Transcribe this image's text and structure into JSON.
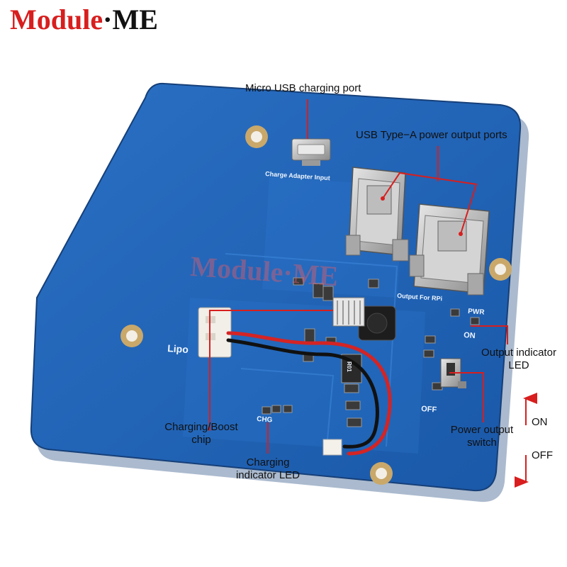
{
  "logo": {
    "part1": "Module",
    "separator": "·",
    "part2": "ME"
  },
  "watermark": "Module·ME",
  "labels": {
    "micro_usb": "Micro USB charging port",
    "usb_a": "USB Type−A power output ports",
    "output_led_1": "Output indicator",
    "output_led_2": "LED",
    "charging_chip_1": "Charging/Boost",
    "charging_chip_2": "chip",
    "charging_led_1": "Charging",
    "charging_led_2": "indicator LED",
    "power_switch_1": "Power output",
    "power_switch_2": "switch",
    "on": "ON",
    "off": "OFF"
  },
  "silkscreen": {
    "charge_adapter": "Charge Adapter Input",
    "output_rpi": "Output For RPi",
    "lipo": "Lipo",
    "pwr": "PWR",
    "on": "ON",
    "off": "OFF",
    "chg": "CHG",
    "r01": "R01"
  },
  "colors": {
    "board": "#1f63b8",
    "board_dark": "#17519c",
    "pad_gold": "#c9a86a",
    "pointer_red": "#d81e1e",
    "wire_red": "#d42424",
    "wire_black": "#111111"
  }
}
